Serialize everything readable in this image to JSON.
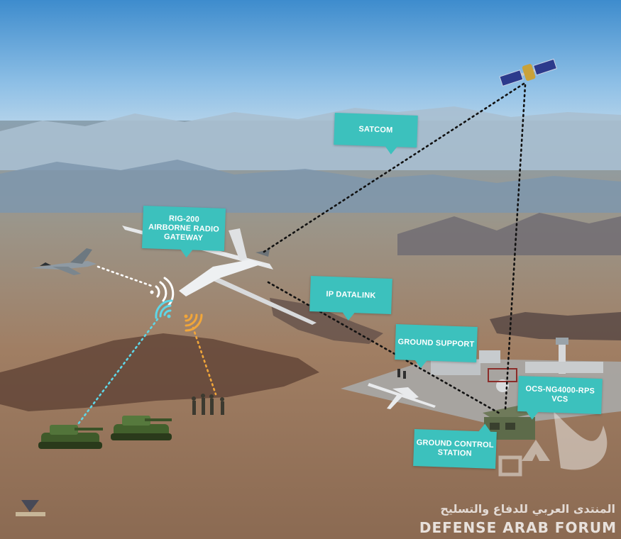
{
  "labels": {
    "satcom": "SATCOM",
    "rig200": "RIG-200\nAIRBORNE RADIO\nGATEWAY",
    "ip_datalink": "IP DATALINK",
    "ground_support": "GROUND SUPPORT",
    "ocs": "OCS-NG4000-RPS\nVCS",
    "gcs": "GROUND CONTROL\nSTATION"
  },
  "watermark": {
    "arabic": "المنتدى العربي للدفاع والتسليح",
    "english": "DEFENSE ARAB FORUM"
  },
  "colors": {
    "callout": "#3cc1bd",
    "link_black": "#111111",
    "link_white": "#ffffff",
    "link_cyan": "#5fd6e6",
    "link_orange": "#f1a63a"
  }
}
